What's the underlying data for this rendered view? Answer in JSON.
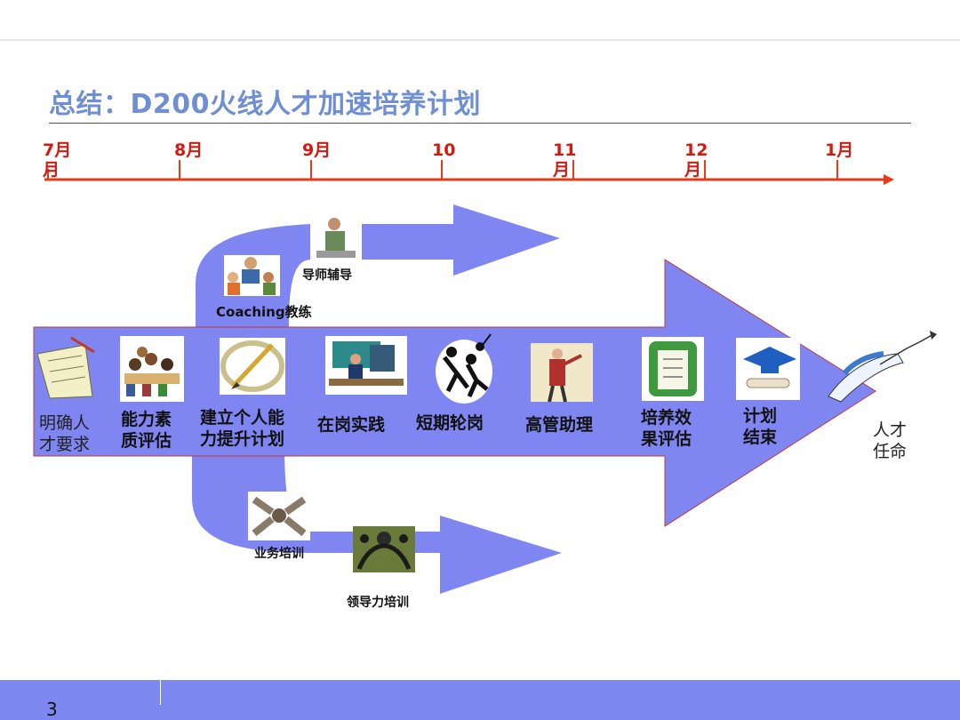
{
  "title": "总结：D200火线人才加速培养计划",
  "timeline": {
    "months": [
      "7月\n月",
      "8月",
      "9月",
      "10",
      "11\n月",
      "12\n月",
      "1月"
    ]
  },
  "branches": {
    "upper": [
      "导师辅导",
      "Coaching教练"
    ],
    "lower": [
      "业务培训",
      "领导力培训"
    ]
  },
  "stages": [
    "明确人\n才要求",
    "能力素\n质评估",
    "建立个人能\n力提升计划",
    "在岗实践",
    "短期轮岗",
    "高管助理",
    "培养效\n果评估",
    "计划\n结束",
    "人才\n任命"
  ],
  "page_number": "3",
  "colors": {
    "arrow": "#7f86f2",
    "title": "#6e8fd3",
    "timeline": "#e63a19",
    "footer": "#7d88f0"
  }
}
